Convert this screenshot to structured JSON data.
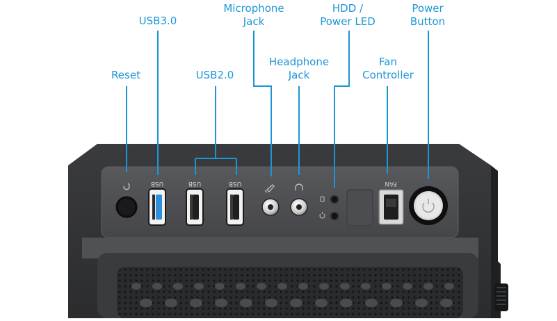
{
  "colors": {
    "callout": "#1d96d6",
    "chassis_dark": "#2f3032",
    "panel": "#4a4b4e",
    "usb3_accent": "#2f8fd8"
  },
  "callouts": [
    {
      "id": "reset",
      "lines": [
        "Reset"
      ]
    },
    {
      "id": "usb3",
      "lines": [
        "USB3.0"
      ]
    },
    {
      "id": "usb2",
      "lines": [
        "USB2.0"
      ]
    },
    {
      "id": "microphone",
      "lines": [
        "Microphone",
        "Jack"
      ]
    },
    {
      "id": "headphone",
      "lines": [
        "Headphone",
        "Jack"
      ]
    },
    {
      "id": "hdd",
      "lines": [
        "HDD /",
        "Power LED"
      ]
    },
    {
      "id": "fan",
      "lines": [
        "Fan",
        "Controller"
      ]
    },
    {
      "id": "power",
      "lines": [
        "Power",
        "Button"
      ]
    }
  ],
  "panel_labels": {
    "usb": "USB",
    "fan": "FAN"
  },
  "icons": [
    "reset-icon",
    "microphone-icon",
    "headphone-icon",
    "hdd-led-icon",
    "power-led-icon",
    "power-icon"
  ]
}
